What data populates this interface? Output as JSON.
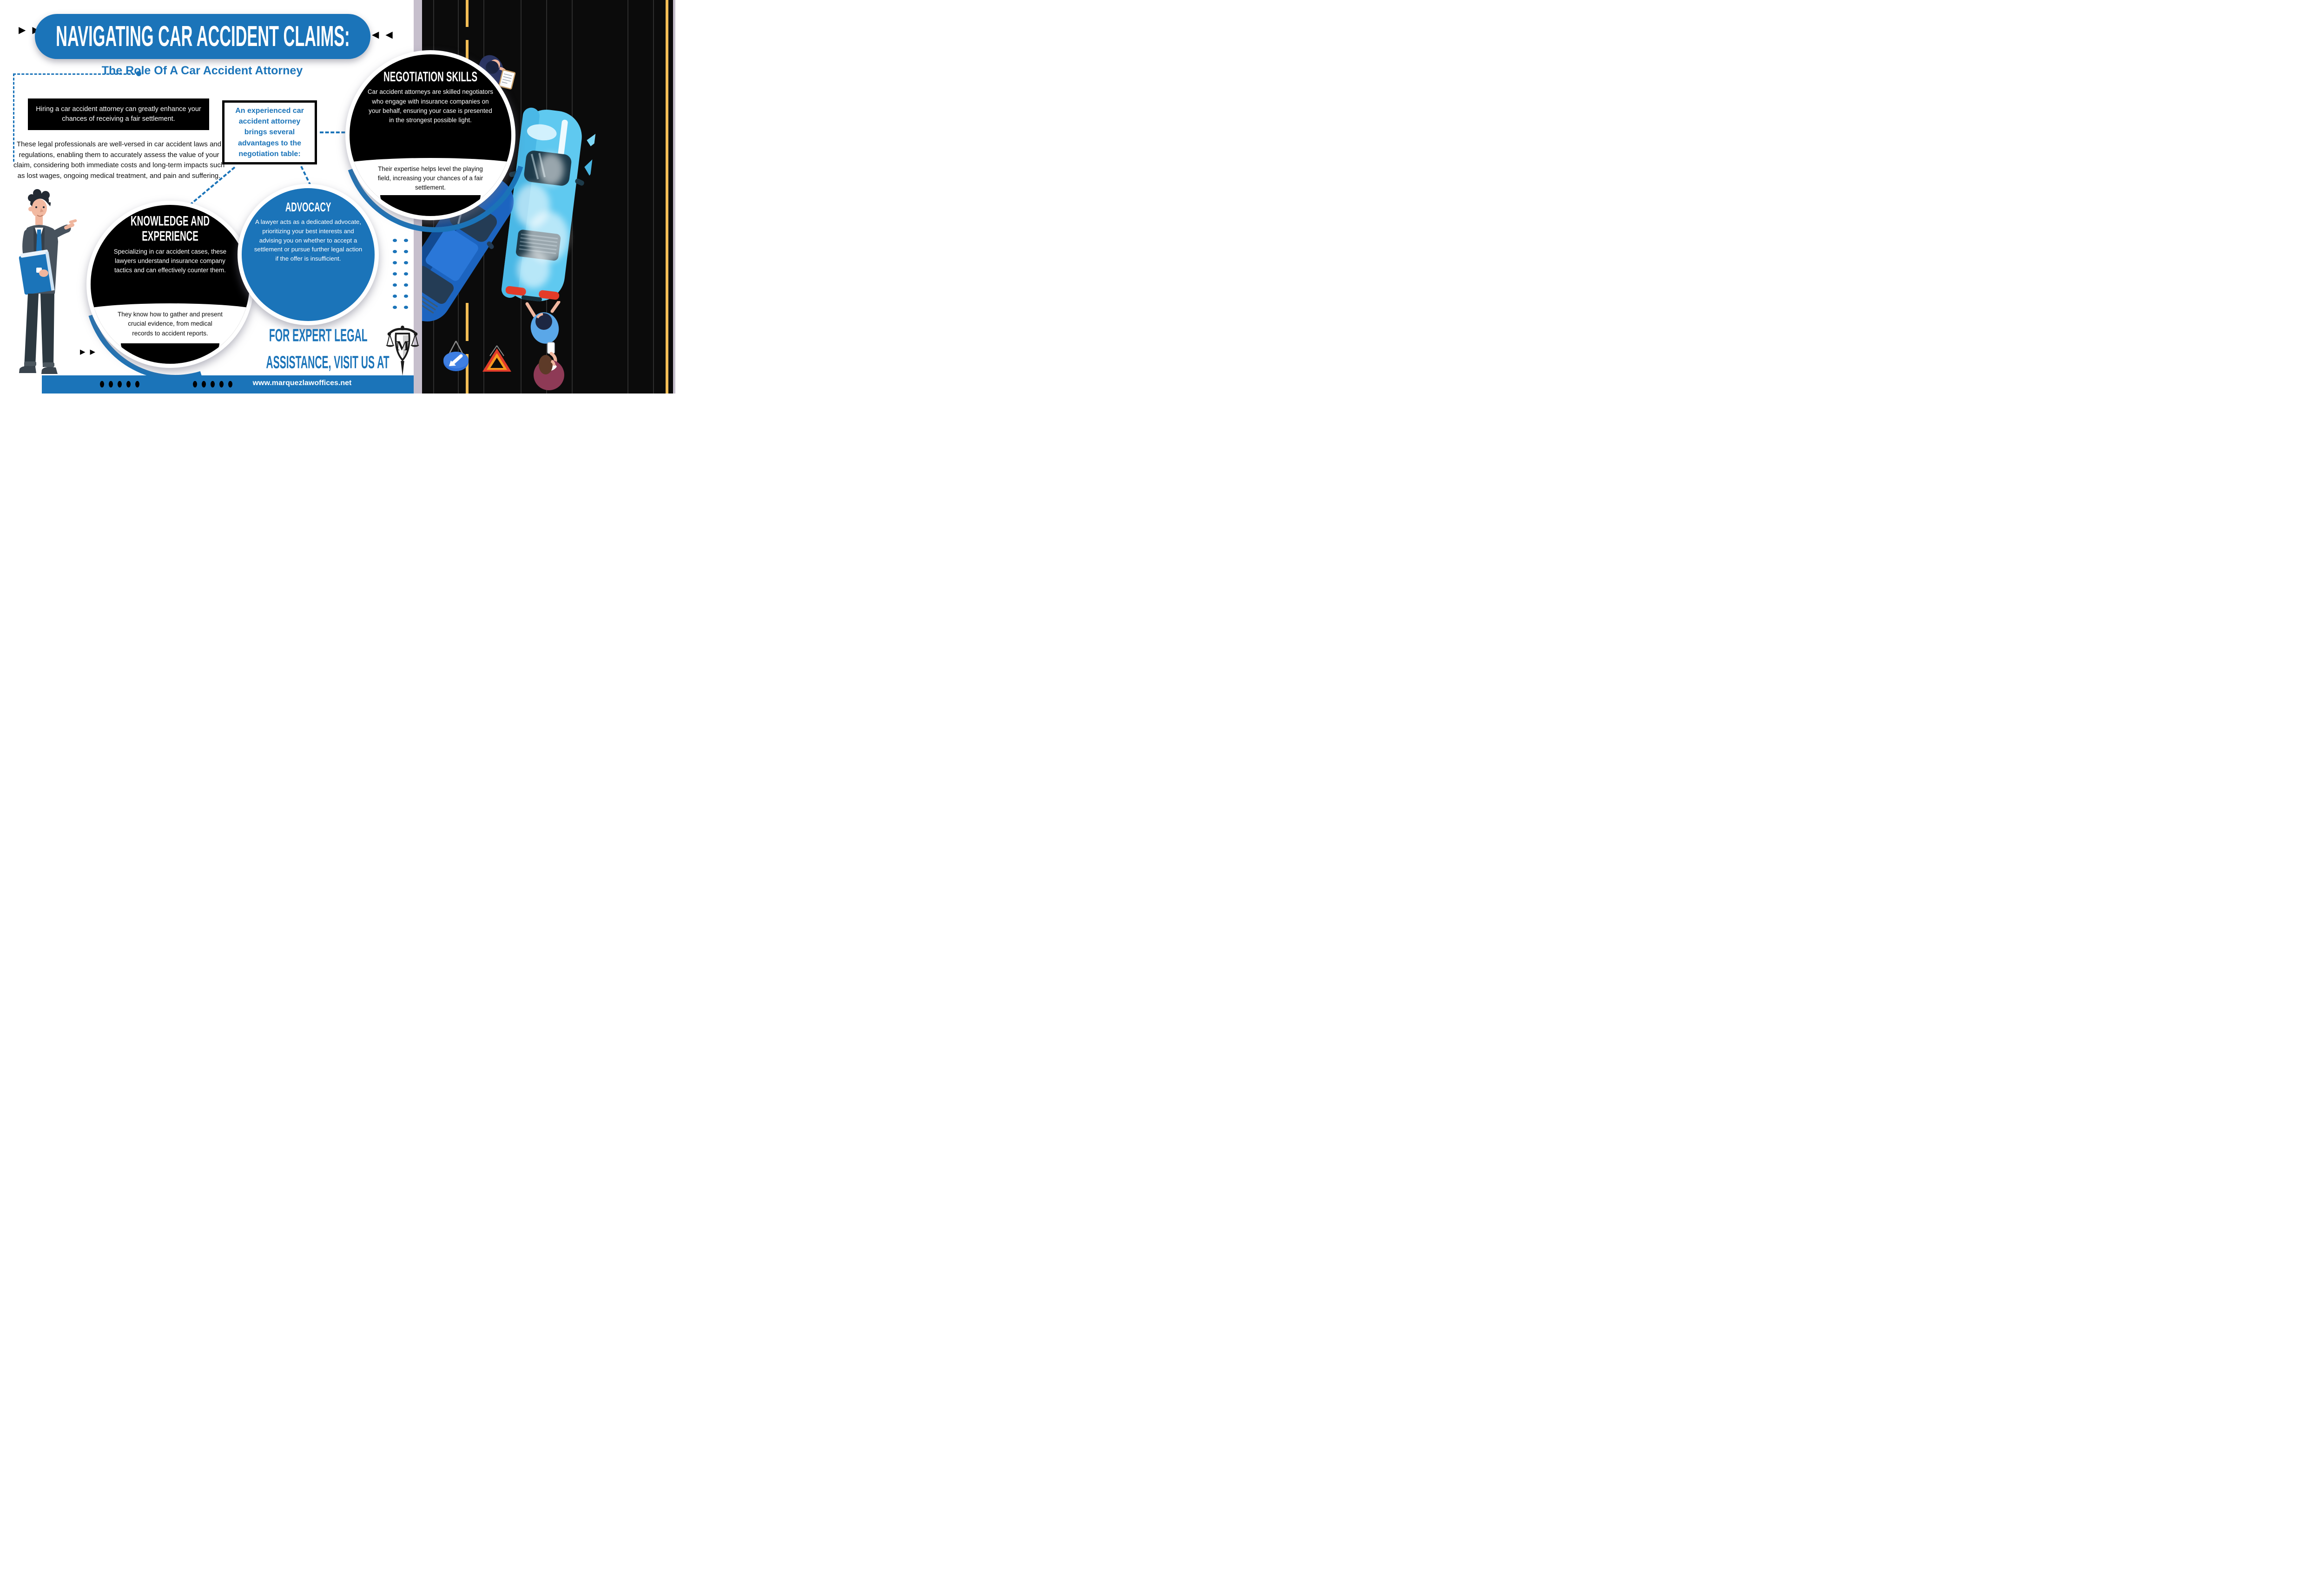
{
  "header": {
    "title": "NAVIGATING CAR ACCIDENT CLAIMS:",
    "subtitle": "The Role Of A Car Accident Attorney"
  },
  "intro": {
    "highlight": "Hiring a car accident attorney can greatly enhance your chances of receiving a fair settlement.",
    "paragraph": "These legal professionals are well-versed in car accident laws and regulations, enabling them to accurately assess the value of your claim, considering both immediate costs and long-term impacts such as lost wages, ongoing medical treatment, and pain and suffering."
  },
  "center_note": "An experienced car accident attorney brings several advantages to the negotiation table:",
  "sections": [
    {
      "title": "NEGOTIATION SKILLS",
      "body": "Car accident attorneys are skilled negotiators who engage with insurance companies on your behalf, ensuring your case is presented in the strongest possible light.",
      "note": "Their expertise helps level the playing field, increasing your chances of a fair settlement."
    },
    {
      "title": "KNOWLEDGE AND EXPERIENCE",
      "body": "Specializing in car accident cases, these lawyers understand insurance company tactics and can effectively counter them.",
      "note": "They know how to gather and present crucial evidence, from medical records to accident reports."
    },
    {
      "title": "ADVOCACY",
      "body": "A lawyer acts as a dedicated advocate, prioritizing your best interests and advising you on whether to accept a settlement or pursue further legal action if the offer is insufficient."
    }
  ],
  "footer": {
    "cta_line1": "FOR EXPERT LEGAL",
    "cta_line2": "ASSISTANCE, VISIT US AT",
    "website": "www.marquezlawoffices.net",
    "logo_letter": "M"
  },
  "icons": {
    "forward_arrow": "▶",
    "back_arrow": "◀"
  },
  "colors": {
    "brand_blue": "#1b74b9",
    "black": "#000000",
    "lavender_border": "#c6bfcc",
    "road_black": "#0b0b0b",
    "road_yellow": "#f2bd55",
    "car_cyan": "#5fc9f0",
    "car_blue": "#1e6ed1",
    "sign_blue": "#2e70d8",
    "triangle_red": "#e23c2a"
  }
}
